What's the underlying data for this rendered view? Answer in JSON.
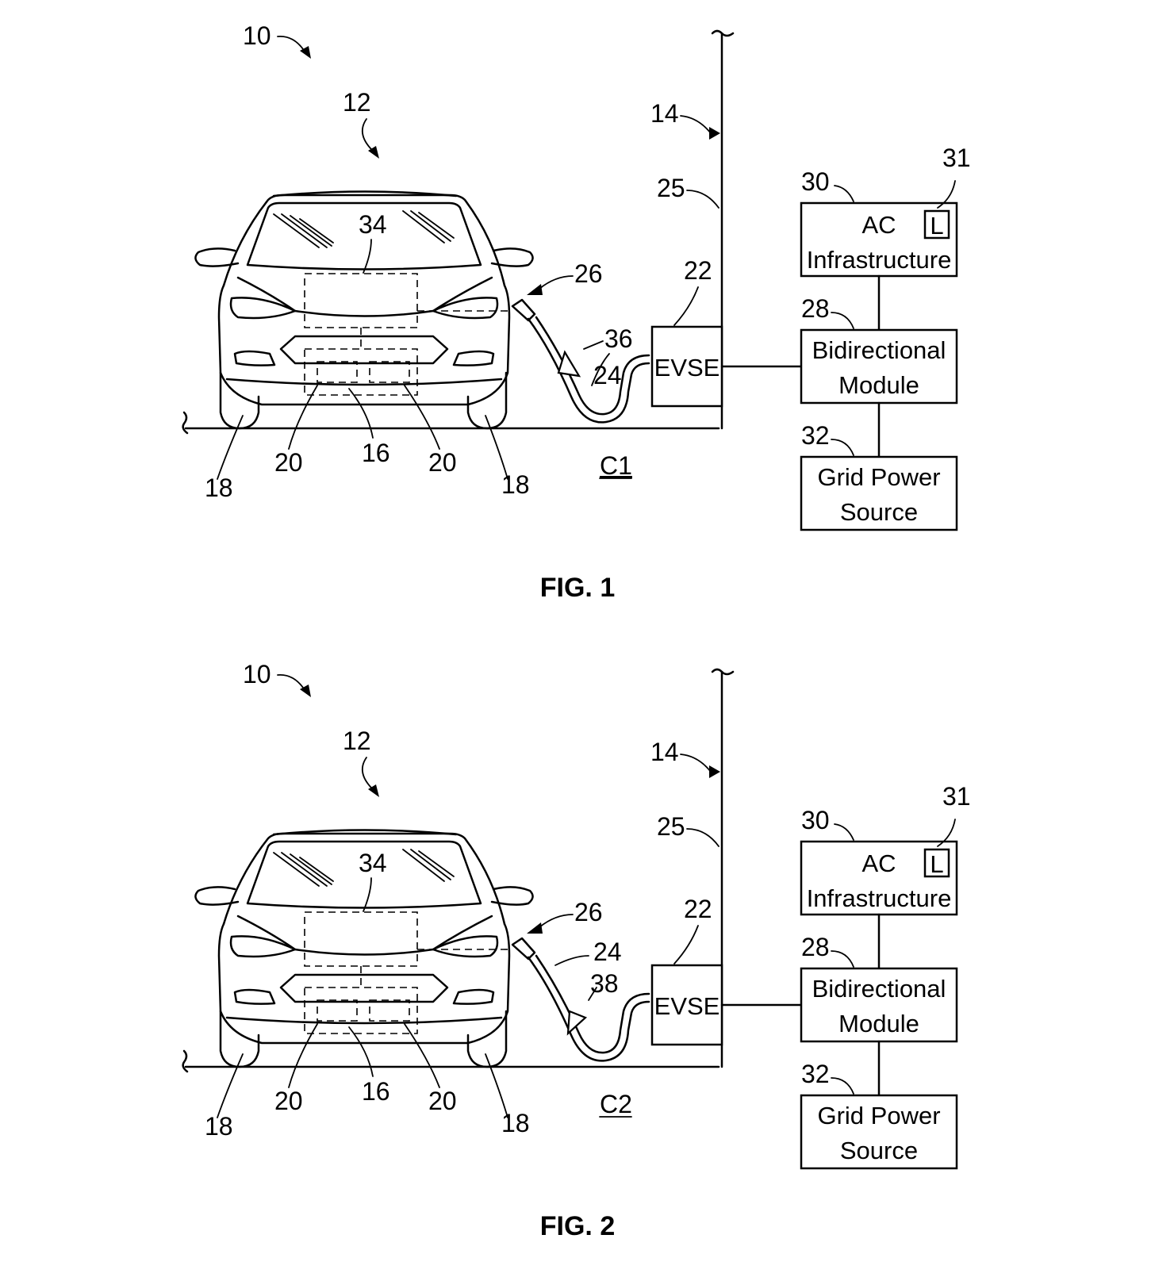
{
  "figures": [
    {
      "caption": "FIG. 1",
      "circuit_label": "C1",
      "flow_ref": "36",
      "refs": {
        "system": "10",
        "vehicle": "12",
        "grid": "14",
        "battery": "16",
        "wheel_left": "18",
        "wheel_right": "18",
        "cell_left": "20",
        "cell_right": "20",
        "evse_ref": "22",
        "cable": "24",
        "line": "25",
        "port": "26",
        "bidirectional_ref": "28",
        "ac_ref": "30",
        "load_ref": "31",
        "grid_power_ref": "32",
        "controller": "34"
      },
      "blocks": {
        "evse": "EVSE",
        "ac_line1": "AC",
        "ac_line2": "Infrastructure",
        "load": "L",
        "bidir_line1": "Bidirectional",
        "bidir_line2": "Module",
        "grid_line1": "Grid Power",
        "grid_line2": "Source"
      }
    },
    {
      "caption": "FIG. 2",
      "circuit_label": "C2",
      "flow_ref": "38",
      "refs": {
        "system": "10",
        "vehicle": "12",
        "grid": "14",
        "battery": "16",
        "wheel_left": "18",
        "wheel_right": "18",
        "cell_left": "20",
        "cell_right": "20",
        "evse_ref": "22",
        "cable": "24",
        "line": "25",
        "port": "26",
        "bidirectional_ref": "28",
        "ac_ref": "30",
        "load_ref": "31",
        "grid_power_ref": "32",
        "controller": "34"
      },
      "blocks": {
        "evse": "EVSE",
        "ac_line1": "AC",
        "ac_line2": "Infrastructure",
        "load": "L",
        "bidir_line1": "Bidirectional",
        "bidir_line2": "Module",
        "grid_line1": "Grid Power",
        "grid_line2": "Source"
      }
    }
  ]
}
